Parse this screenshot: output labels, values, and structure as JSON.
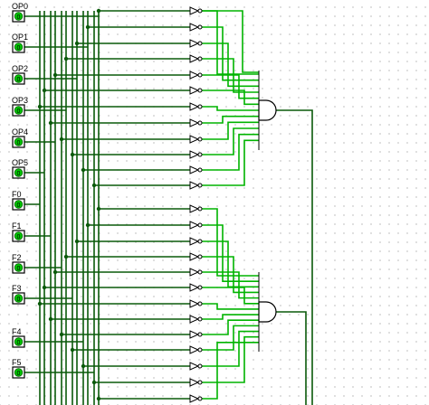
{
  "canvas": {
    "grid": true
  },
  "colors": {
    "wire_on": "#00b400",
    "wire_off": "#0a5a0a",
    "gate_stroke": "#000000",
    "pin_fill": "#00c800",
    "pin_border": "#000000"
  },
  "inputs": [
    {
      "label": "OP0",
      "value": "0"
    },
    {
      "label": "OP1",
      "value": "0"
    },
    {
      "label": "OP2",
      "value": "0"
    },
    {
      "label": "OP3",
      "value": "0"
    },
    {
      "label": "OP4",
      "value": "0"
    },
    {
      "label": "OP5",
      "value": "0"
    },
    {
      "label": "F0",
      "value": "0"
    },
    {
      "label": "F1",
      "value": "0"
    },
    {
      "label": "F2",
      "value": "0"
    },
    {
      "label": "F3",
      "value": "0"
    },
    {
      "label": "F4",
      "value": "0"
    },
    {
      "label": "F5",
      "value": "0"
    }
  ],
  "gates": {
    "not_count_per_group": 12,
    "and_gate_count": 2
  }
}
